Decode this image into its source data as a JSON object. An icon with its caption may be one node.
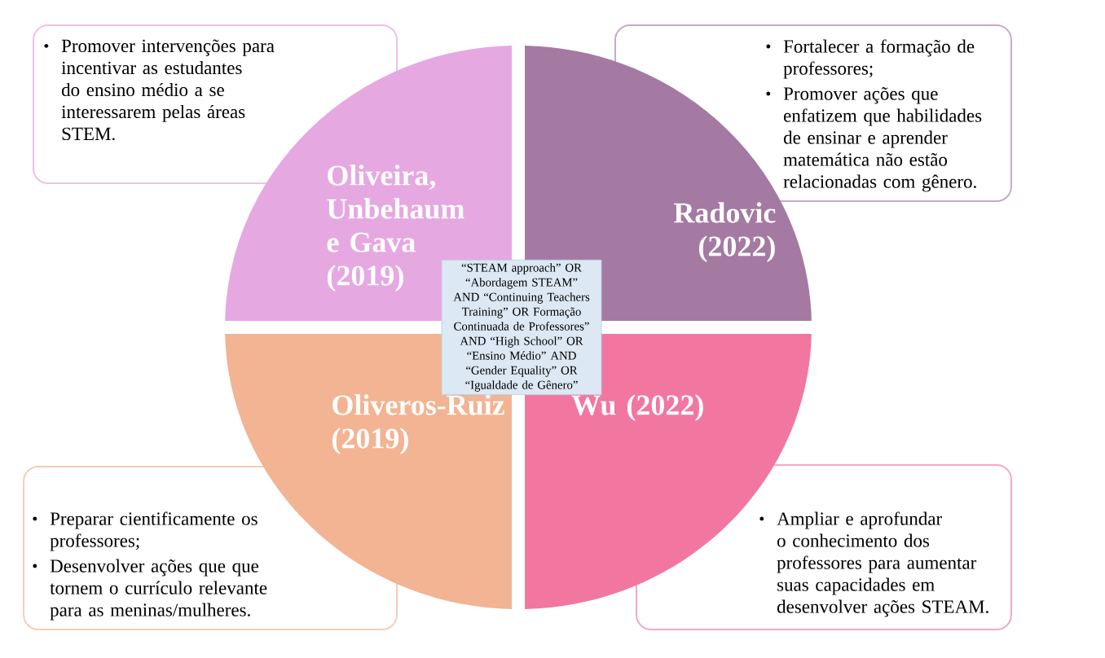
{
  "diagram": {
    "nodes": [
      {
        "text": [
          "Promover intervenções para incentivar as estudantes do ensino médio a se interessarem pelas áreas STEM."
        ]
      },
      {
        "text": [
          "Fortalecer a formação de professores;",
          "Promover ações que enfatizem que habilidades de ensinar e aprender matemática não estão relacionadas com gênero."
        ]
      },
      {
        "text": [
          "Oliveira, Unbehaum e Gava (2019)"
        ]
      },
      {
        "text": [
          "Radovic (2022)"
        ]
      },
      {
        "text": [
          "“STEAM approach” OR “Abordagem STEAM” AND “Continuing Teachers Training” OR Formação Continuada de Professores” AND “High School” OR “Ensino Médio” AND “Gender Equality” OR “Igualdade de Gênero”"
        ]
      },
      {
        "text": [
          "Oliveros-Ruiz (2019)"
        ]
      },
      {
        "text": [
          "Wu (2022)"
        ]
      },
      {
        "text": [
          "Preparar cientificamente os professores;",
          "Desenvolver ações que que tornem o currículo relevante para as meninas/mulheres."
        ]
      },
      {
        "text": [
          "Ampliar e aprofundar o conhecimento dos professores para aumentar suas capacidades em desenvolver ações STEAM."
        ]
      }
    ]
  }
}
